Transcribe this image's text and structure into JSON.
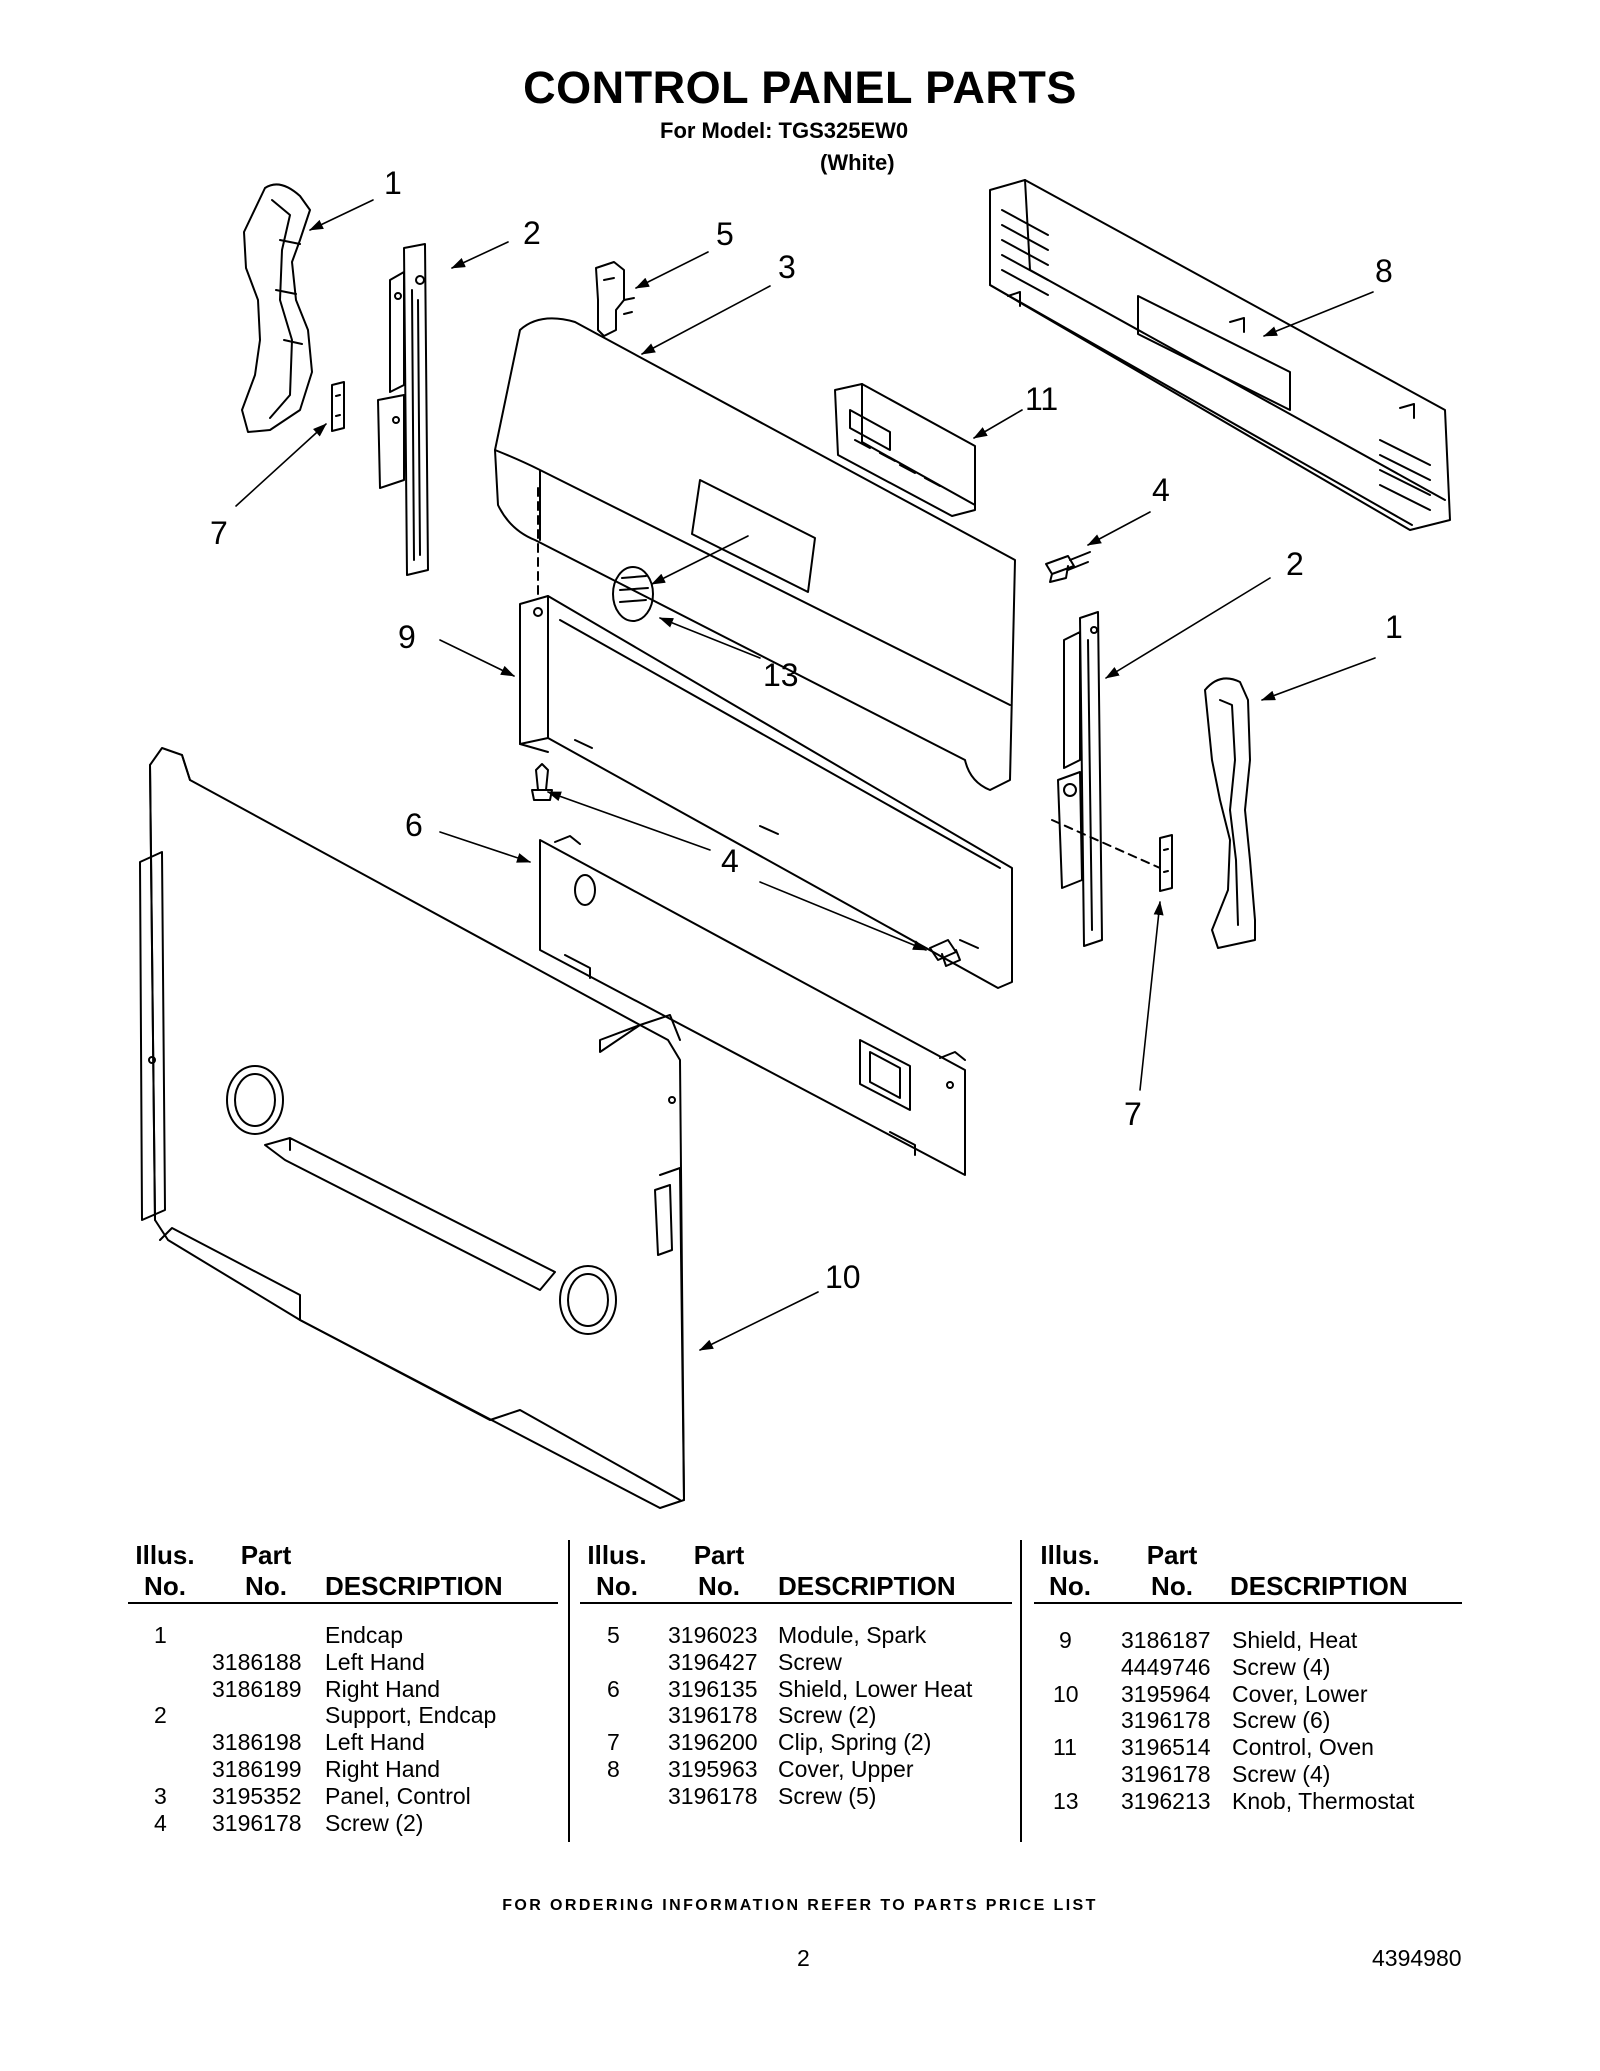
{
  "header": {
    "title": "CONTROL PANEL PARTS",
    "model_line": "For Model: TGS325EW0",
    "color_line": "(White)"
  },
  "diagram": {
    "callouts": [
      "1",
      "2",
      "5",
      "3",
      "8",
      "11",
      "7",
      "4",
      "2",
      "9",
      "13",
      "1",
      "6",
      "4",
      "7",
      "10"
    ]
  },
  "table": {
    "headers": {
      "illus_top": "Illus.",
      "illus_bottom": "No.",
      "part_top": "Part",
      "part_bottom": "No.",
      "description": "DESCRIPTION"
    },
    "columns": [
      [
        {
          "illus": "1",
          "part": "",
          "desc": "Endcap"
        },
        {
          "illus": "",
          "part": "3186188",
          "desc": "Left Hand"
        },
        {
          "illus": "",
          "part": "3186189",
          "desc": "Right Hand"
        },
        {
          "illus": "2",
          "part": "",
          "desc": "Support, Endcap"
        },
        {
          "illus": "",
          "part": "3186198",
          "desc": "Left Hand"
        },
        {
          "illus": "",
          "part": "3186199",
          "desc": "Right Hand"
        },
        {
          "illus": "3",
          "part": "3195352",
          "desc": "Panel, Control"
        },
        {
          "illus": "4",
          "part": "3196178",
          "desc": "Screw (2)"
        }
      ],
      [
        {
          "illus": "5",
          "part": "3196023",
          "desc": "Module, Spark"
        },
        {
          "illus": "",
          "part": "3196427",
          "desc": "Screw"
        },
        {
          "illus": "6",
          "part": "3196135",
          "desc": "Shield, Lower Heat"
        },
        {
          "illus": "",
          "part": "3196178",
          "desc": "Screw (2)"
        },
        {
          "illus": "7",
          "part": "3196200",
          "desc": "Clip, Spring (2)"
        },
        {
          "illus": "8",
          "part": "3195963",
          "desc": "Cover, Upper"
        },
        {
          "illus": "",
          "part": "3196178",
          "desc": "Screw (5)"
        }
      ],
      [
        {
          "illus": "9",
          "part": "3186187",
          "desc": "Shield, Heat"
        },
        {
          "illus": "",
          "part": "4449746",
          "desc": "Screw (4)"
        },
        {
          "illus": "10",
          "part": "3195964",
          "desc": "Cover, Lower"
        },
        {
          "illus": "",
          "part": "3196178",
          "desc": "Screw (6)"
        },
        {
          "illus": "11",
          "part": "3196514",
          "desc": "Control, Oven"
        },
        {
          "illus": "",
          "part": "3196178",
          "desc": "Screw (4)"
        },
        {
          "illus": "13",
          "part": "3196213",
          "desc": "Knob, Thermostat"
        }
      ]
    ]
  },
  "footer": {
    "ordering_note": "FOR ORDERING INFORMATION REFER TO PARTS PRICE LIST",
    "page_number": "2",
    "document_number": "4394980"
  }
}
